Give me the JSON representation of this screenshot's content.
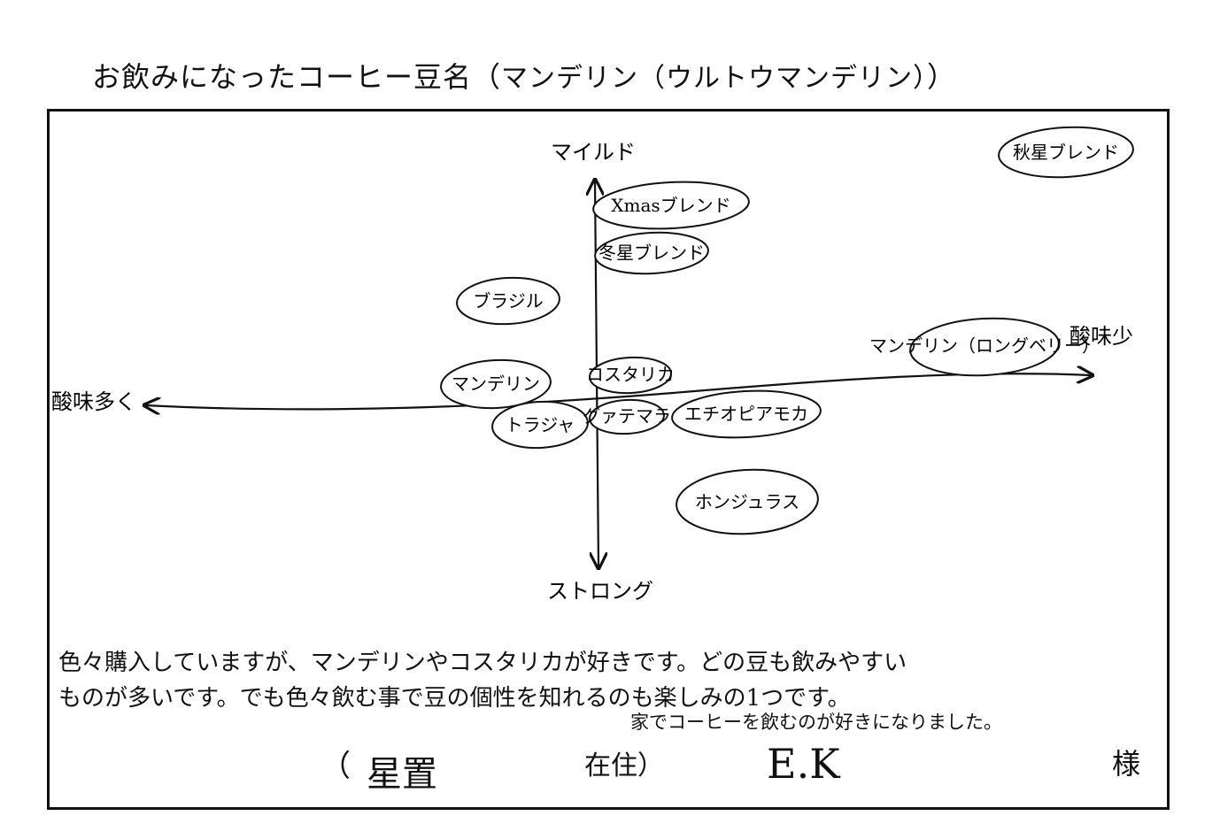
{
  "heading": {
    "prefix": "お飲みになったコーヒー豆名（",
    "bean_name": "マンデリン（ウルトウマンデリン）",
    "suffix": "）"
  },
  "map": {
    "axis_top": "マイルド",
    "axis_bottom": "ストロング",
    "axis_left": "酸味多く",
    "axis_right": "酸味少"
  },
  "beans": [
    {
      "id": "akiboshi",
      "label": "秋星ブレンド"
    },
    {
      "id": "xmas",
      "label": "Xmasブレンド"
    },
    {
      "id": "fuyuboshi",
      "label": "冬星ブレンド"
    },
    {
      "id": "brazil",
      "label": "ブラジル"
    },
    {
      "id": "mandheling-long",
      "label": "マンデリン（ロングベリー）"
    },
    {
      "id": "mandheling",
      "label": "マンデリン"
    },
    {
      "id": "costarica",
      "label": "コスタリカ"
    },
    {
      "id": "toraja",
      "label": "トラジャ"
    },
    {
      "id": "guatemala",
      "label": "グァテマラ"
    },
    {
      "id": "ethiopia",
      "label": "エチオピアモカ"
    },
    {
      "id": "honduras",
      "label": "ホンジュラス"
    }
  ],
  "comment": {
    "line1": "色々購入していますが、マンデリンやコスタリカが好きです。どの豆も飲みやすい",
    "line2": "ものが多いです。でも色々飲む事で豆の個性を知れるのも楽しみの1つです。",
    "line3": "家でコーヒーを飲むのが好きになりました。"
  },
  "footer": {
    "open_paren": "（",
    "place": "星置",
    "resident": "在住）",
    "name": "E.K",
    "honorific": "様"
  }
}
